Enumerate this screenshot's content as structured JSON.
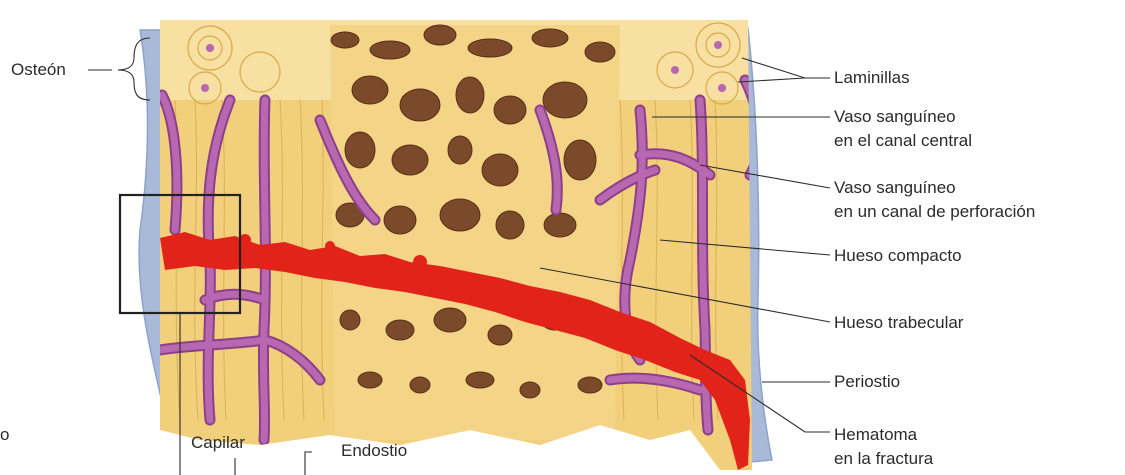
{
  "colors": {
    "bone": "#f2cf7a",
    "bone_light": "#f7e0a1",
    "bone_line": "#d9a94d",
    "trabecula": "#7a4a2a",
    "trabecula_dark": "#5b3018",
    "vessel": "#b768b0",
    "vessel_dark": "#8c3f8a",
    "periosteum": "#a9b9d8",
    "periosteum_dark": "#8ea3cb",
    "hematoma": "#e2231a",
    "leader": "#2b2b2b"
  },
  "labels": {
    "osteon": "Osteón",
    "lamellae": "Laminillas",
    "central_canal_vessel_1": "Vaso sanguíneo",
    "central_canal_vessel_2": "en el canal central",
    "perforating_canal_vessel_1": "Vaso sanguíneo",
    "perforating_canal_vessel_2": "en un canal de perforación",
    "compact_bone": "Hueso compacto",
    "trabecular_bone": "Hueso trabecular",
    "periosteum": "Periostio",
    "hematoma_1": "Hematoma",
    "hematoma_2": "en la fractura",
    "capillary": "Capilar",
    "endosteum": "Endostio",
    "cut_left_fragment": "o"
  }
}
